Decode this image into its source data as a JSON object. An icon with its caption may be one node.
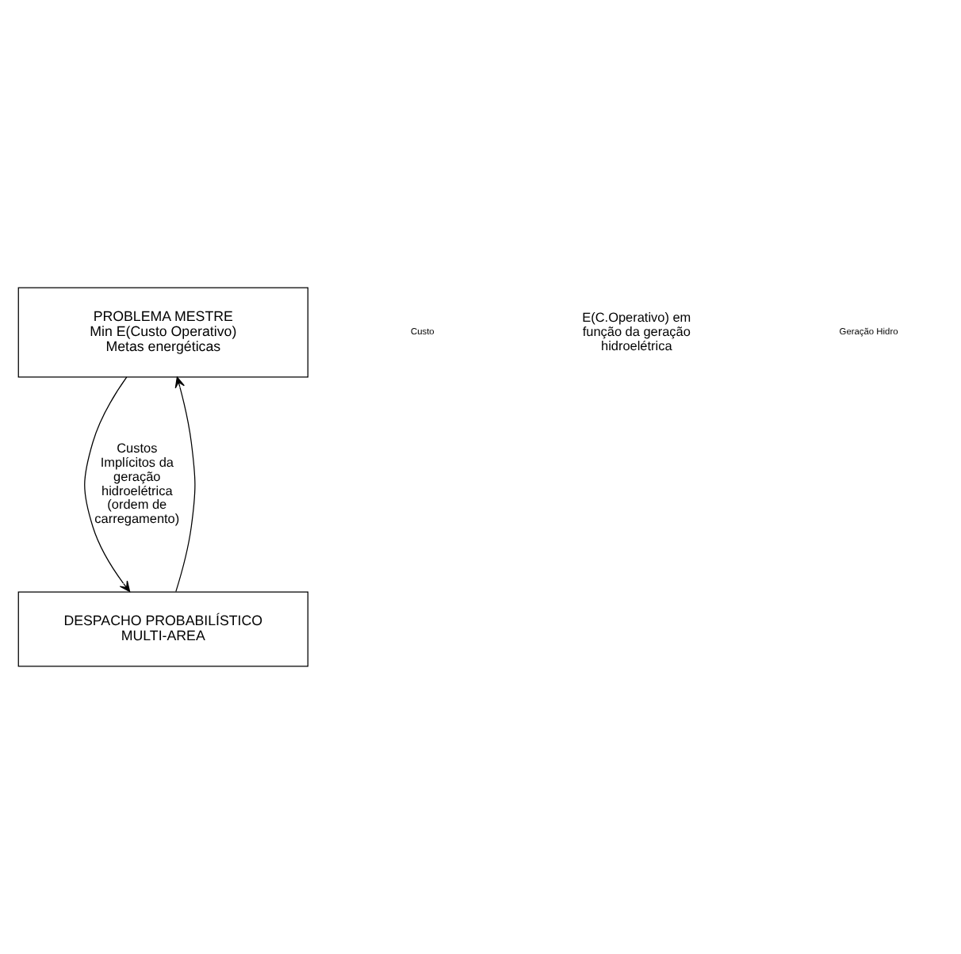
{
  "diagram": {
    "nodes": [
      {
        "text": [
          "PROBLEMA MESTRE",
          "Min E(Custo Operativo)",
          "Metas energéticas"
        ]
      },
      {
        "text": [
          "DESPACHO PROBABILÍSTICO MULTI-AREA"
        ]
      }
    ],
    "edges": [
      {
        "from": 0,
        "to": 1,
        "arrow": "to",
        "label": "Custos Implícitos da geração hidroelétrica (ordem de carregamento)"
      },
      {
        "from": 1,
        "to": 0,
        "arrow": "to"
      }
    ],
    "labels": [
      "Custo",
      "E(C.Operativo) em função da geração hidroelétrica",
      "Geração Hidro"
    ]
  }
}
